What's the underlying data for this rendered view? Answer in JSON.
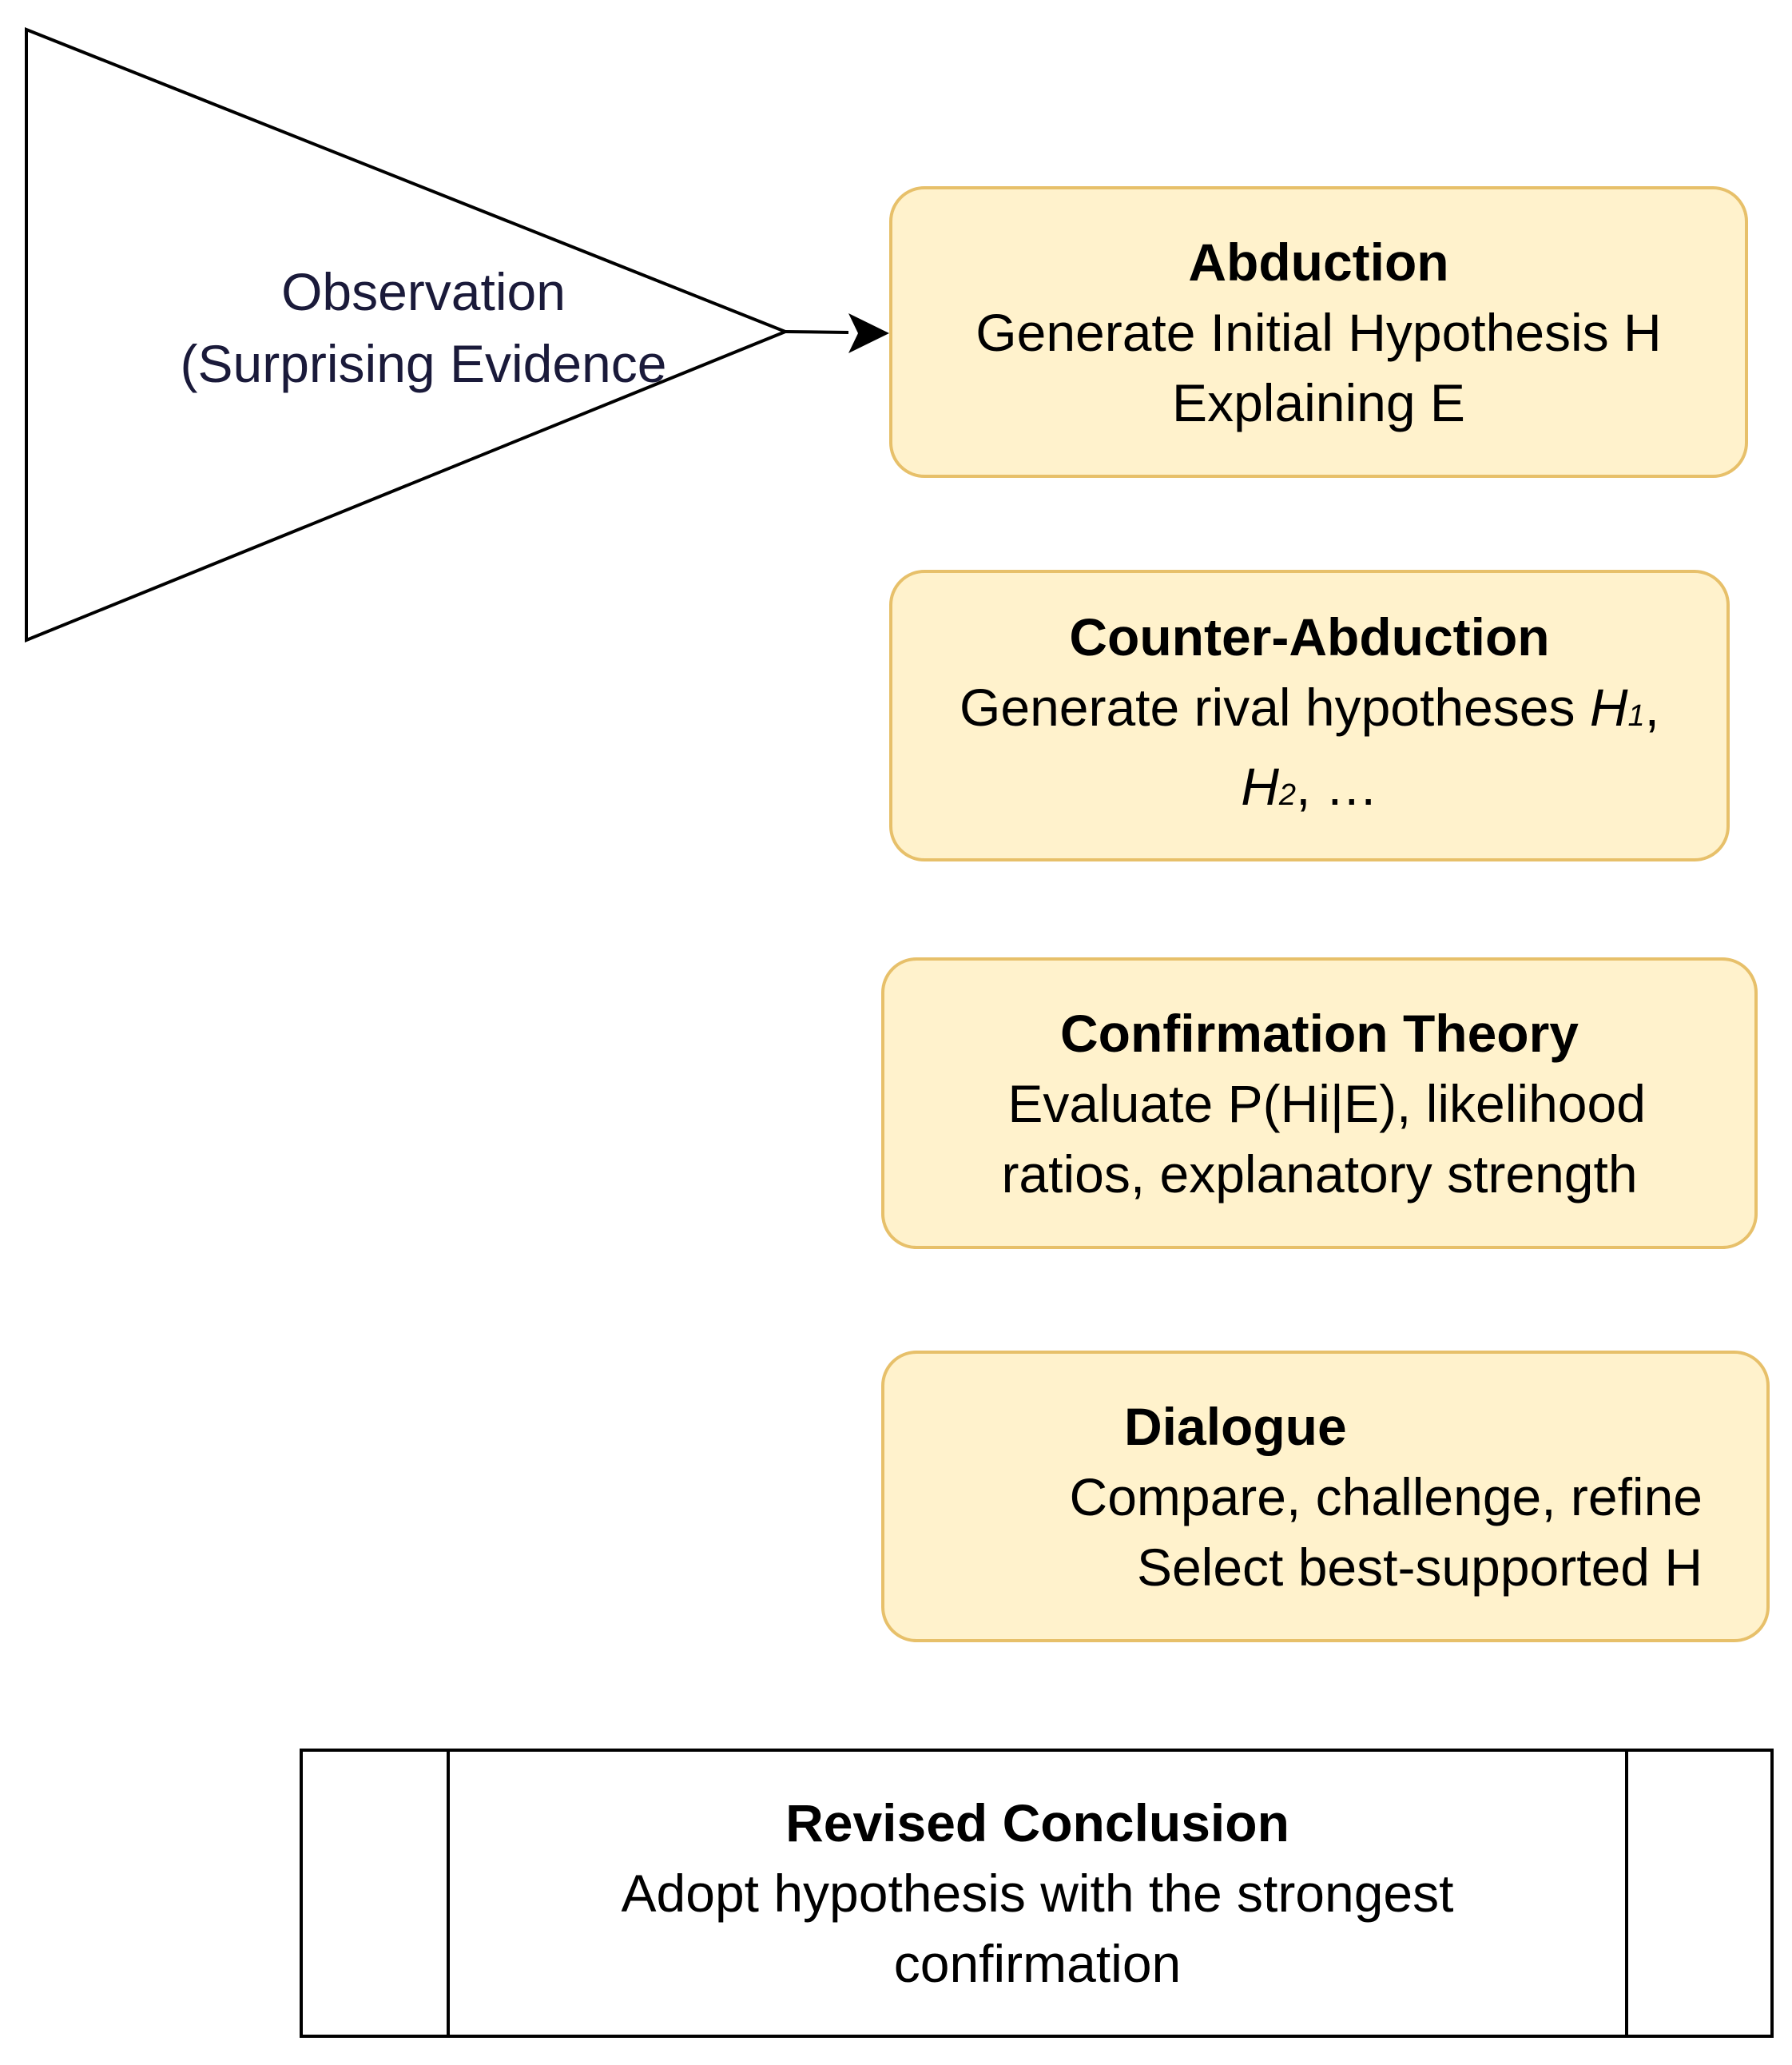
{
  "observation": {
    "line1": "Observation",
    "line2": "(Surprising Evidence"
  },
  "abduction": {
    "title": "Abduction",
    "line1": "Generate Initial Hypothesis H",
    "line2": "Explaining E"
  },
  "counter_abduction": {
    "title": "Counter-Abduction",
    "line1_prefix": "Generate rival hypotheses ",
    "h1": "H",
    "h1_sub": "1",
    "line1_suffix": ",",
    "h2": "H",
    "h2_sub": "2",
    "line2_suffix": ", …"
  },
  "confirmation": {
    "title": "Confirmation Theory",
    "line1": " Evaluate P(Hi|E), likelihood",
    "line2": "ratios, explanatory strength"
  },
  "dialogue": {
    "title": "Dialogue",
    "line1": "Compare, challenge, refine",
    "line2": "Select best-supported H"
  },
  "conclusion": {
    "title": "Revised Conclusion",
    "line1": "Adopt hypothesis with the strongest",
    "line2": "confirmation"
  },
  "colors": {
    "box_fill": "#fff2cc",
    "box_stroke": "#e7c06a",
    "line": "#000000"
  }
}
